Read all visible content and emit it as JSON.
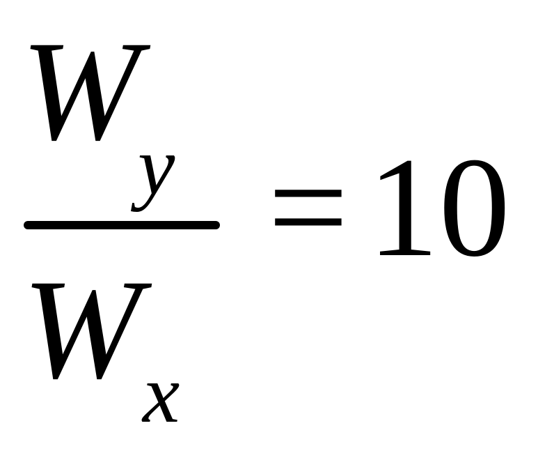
{
  "equation": {
    "numerator": {
      "variable": "W",
      "subscript": "y"
    },
    "denominator": {
      "variable": "W",
      "subscript": "x"
    },
    "operator": "=",
    "value": "10"
  }
}
